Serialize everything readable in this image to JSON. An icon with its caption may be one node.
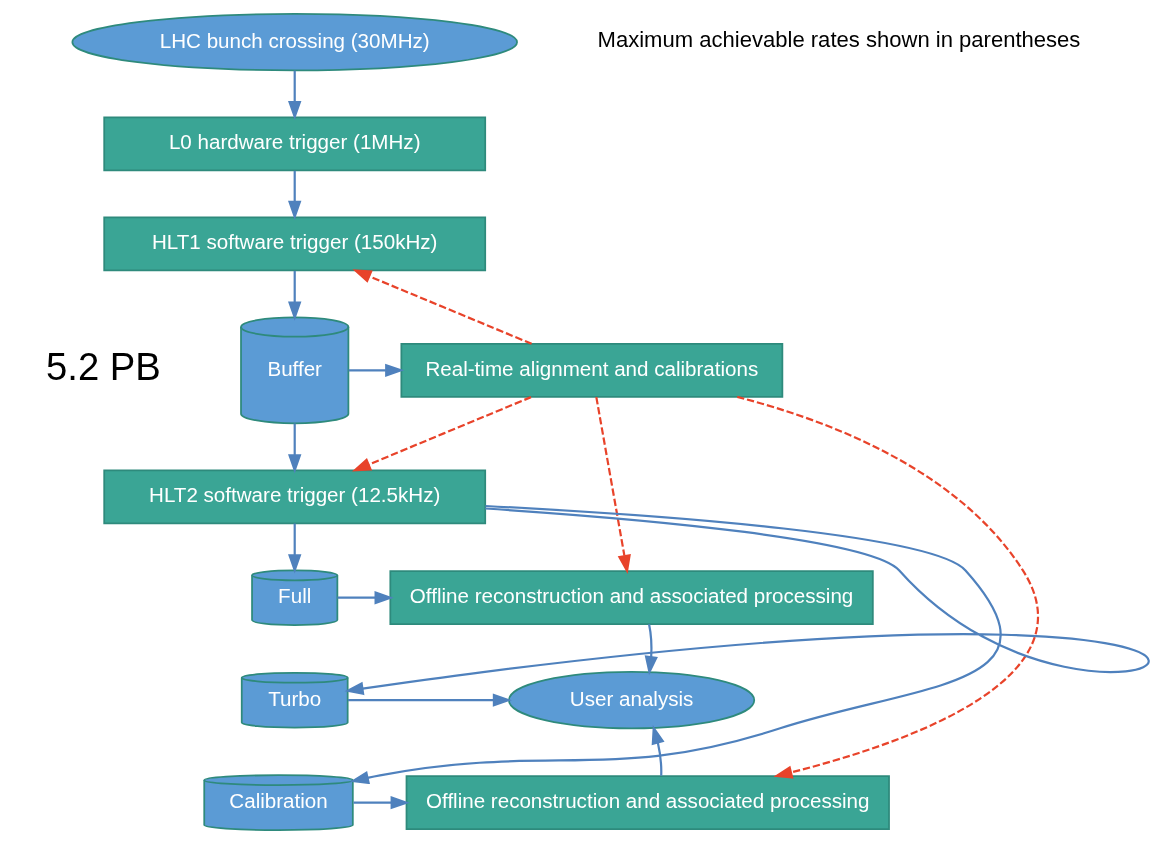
{
  "diagram": {
    "nodes": [
      {
        "text": [
          "LHC bunch crossing (30MHz)"
        ]
      },
      {
        "text": [
          "L0 hardware trigger (1MHz)"
        ]
      },
      {
        "text": [
          "HLT1 software trigger (150kHz)"
        ]
      },
      {
        "text": [
          "Buffer"
        ],
        "beside": [
          "5.2 PB"
        ]
      },
      {
        "text": [
          "Real-time alignment and calibrations"
        ]
      },
      {
        "text": [
          "HLT2 software trigger (12.5kHz)"
        ]
      },
      {
        "text": [
          "Full"
        ]
      },
      {
        "text": [
          "Offline reconstruction and associated processing"
        ]
      },
      {
        "text": [
          "Turbo"
        ]
      },
      {
        "text": [
          "User analysis"
        ]
      },
      {
        "text": [
          "Calibration"
        ]
      },
      {
        "text": [
          "Offline reconstruction and associated processing"
        ]
      }
    ],
    "edges": [
      {
        "from": 0,
        "to": 1,
        "arrow": "to"
      },
      {
        "from": 1,
        "to": 2,
        "arrow": "to"
      },
      {
        "from": 2,
        "to": 3,
        "arrow": "to"
      },
      {
        "from": 3,
        "to": 4,
        "arrow": "to"
      },
      {
        "from": 3,
        "to": 5,
        "arrow": "to"
      },
      {
        "from": 4,
        "to": 2,
        "arrow": "to",
        "style": "dashed",
        "color": "#e8432a"
      },
      {
        "from": 4,
        "to": 5,
        "arrow": "to",
        "style": "dashed",
        "color": "#e8432a"
      },
      {
        "from": 4,
        "to": 7,
        "arrow": "to",
        "style": "dashed",
        "color": "#e8432a"
      },
      {
        "from": 4,
        "to": 11,
        "arrow": "to",
        "style": "dashed",
        "color": "#e8432a"
      },
      {
        "from": 5,
        "to": 6,
        "arrow": "to"
      },
      {
        "from": 5,
        "to": 8,
        "arrow": "to"
      },
      {
        "from": 5,
        "to": 10,
        "arrow": "to"
      },
      {
        "from": 6,
        "to": 7,
        "arrow": "to"
      },
      {
        "from": 7,
        "to": 9,
        "arrow": "to"
      },
      {
        "from": 8,
        "to": 9,
        "arrow": "to"
      },
      {
        "from": 10,
        "to": 11,
        "arrow": "to"
      },
      {
        "from": 11,
        "to": 9,
        "arrow": "to"
      }
    ],
    "labels": [
      "Maximum achievable rates shown in parentheses"
    ]
  }
}
